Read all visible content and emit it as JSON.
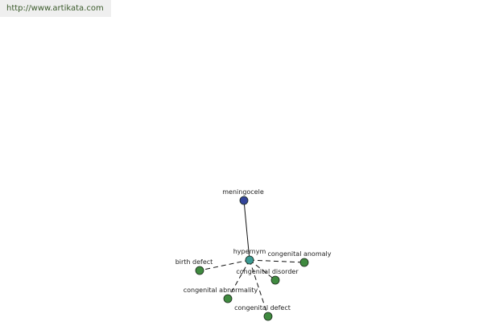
{
  "site": {
    "url": "http://www.artikata.com"
  },
  "colors": {
    "root_node": "#33449a",
    "hub_node": "#3a9a93",
    "leaf_node": "#3f8a3f",
    "node_stroke": "#1c2a1c",
    "edge": "#111111"
  },
  "graph": {
    "root": {
      "label": "meningocele"
    },
    "hub": {
      "label": "hypernym"
    },
    "leaves": [
      {
        "label": "birth defect"
      },
      {
        "label": "congenital anomaly"
      },
      {
        "label": "congenital disorder"
      },
      {
        "label": "congenital abnormality"
      },
      {
        "label": "congenital defect"
      }
    ]
  }
}
